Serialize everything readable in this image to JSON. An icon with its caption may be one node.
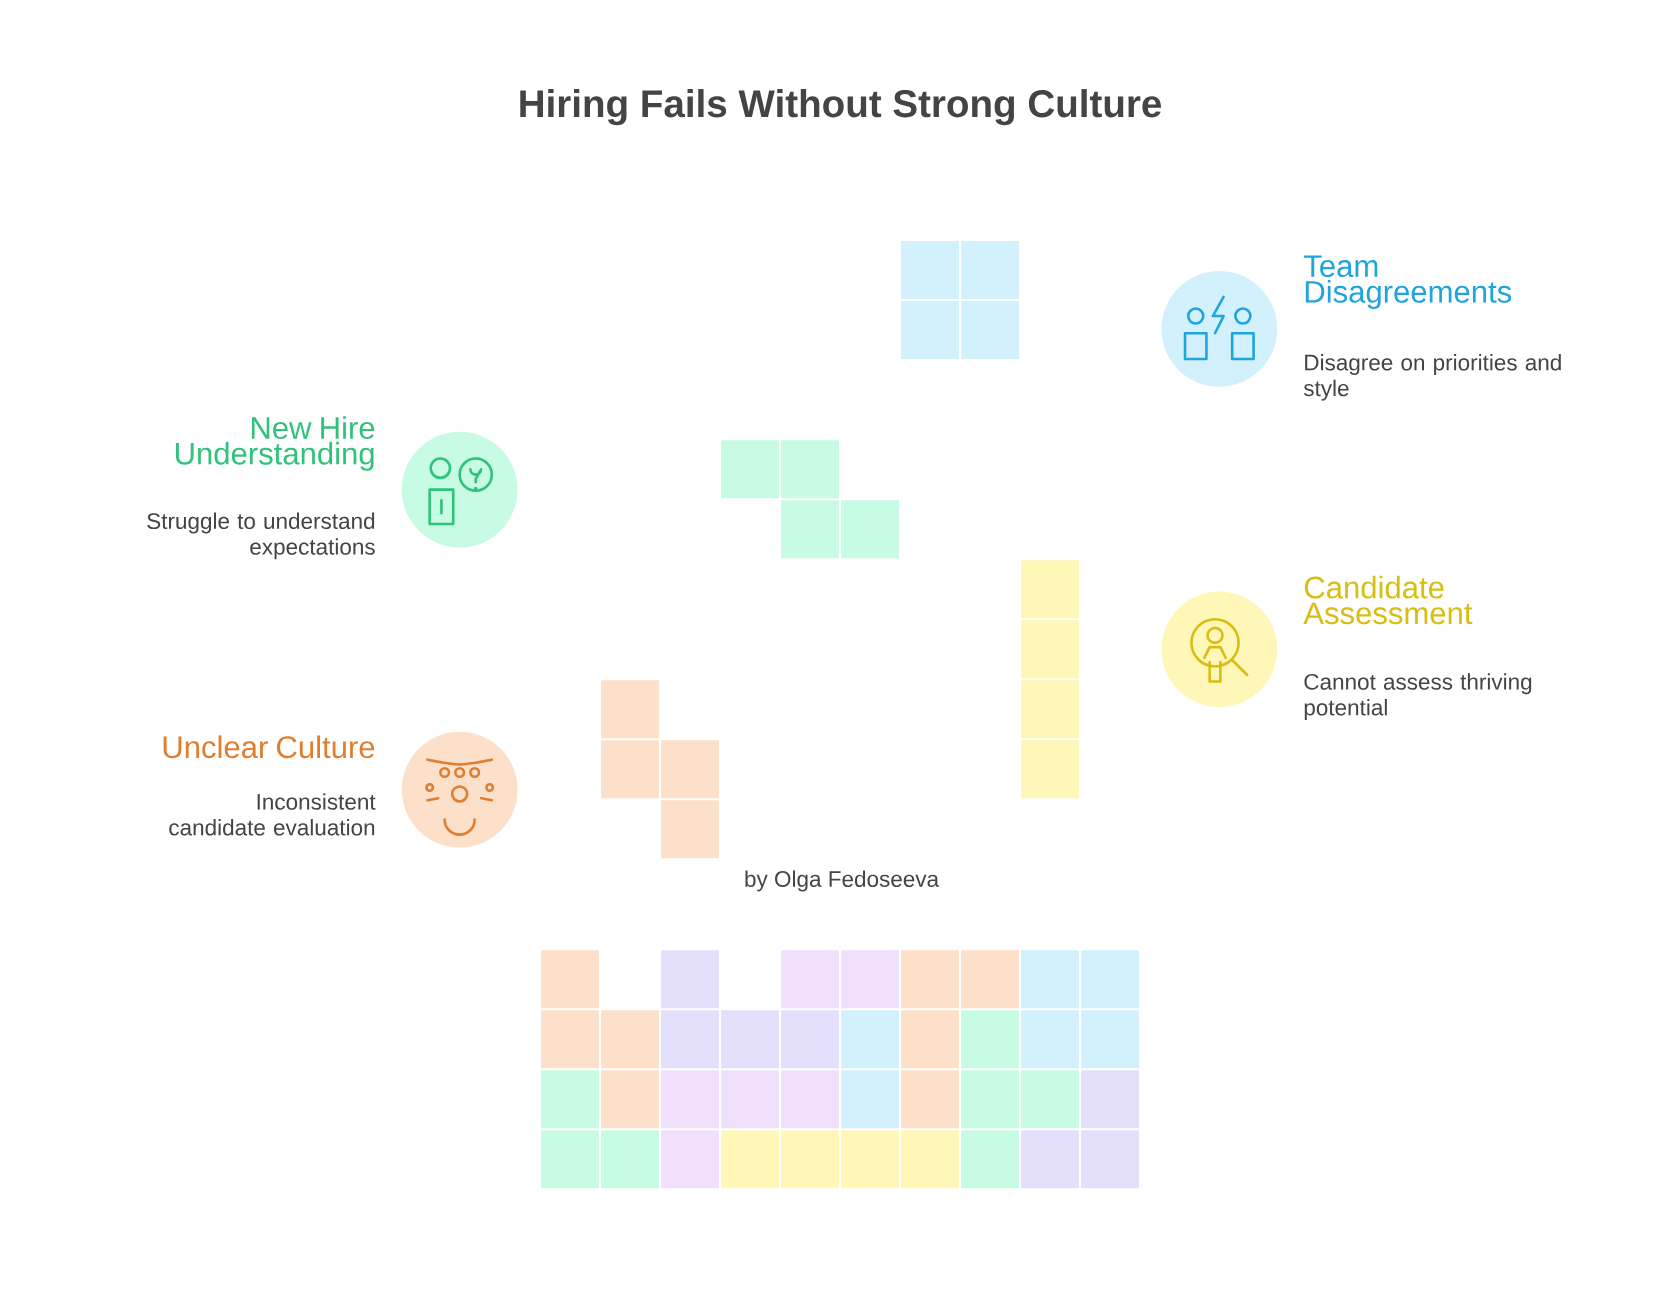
{
  "diagram": {
    "title": "Hiring Fails Without Strong Culture",
    "nodes": [
      {
        "text": [
          "Team Disagreements",
          "Disagree on priorities and style"
        ]
      },
      {
        "text": [
          "New Hire Understanding",
          "Struggle to understand expectations"
        ]
      },
      {
        "text": [
          "Candidate Assessment",
          "Cannot assess thriving potential"
        ]
      },
      {
        "text": [
          "Unclear Culture",
          "Inconsistent candidate evaluation"
        ]
      }
    ],
    "labels": [
      "by Olga Fedoseeva"
    ]
  }
}
